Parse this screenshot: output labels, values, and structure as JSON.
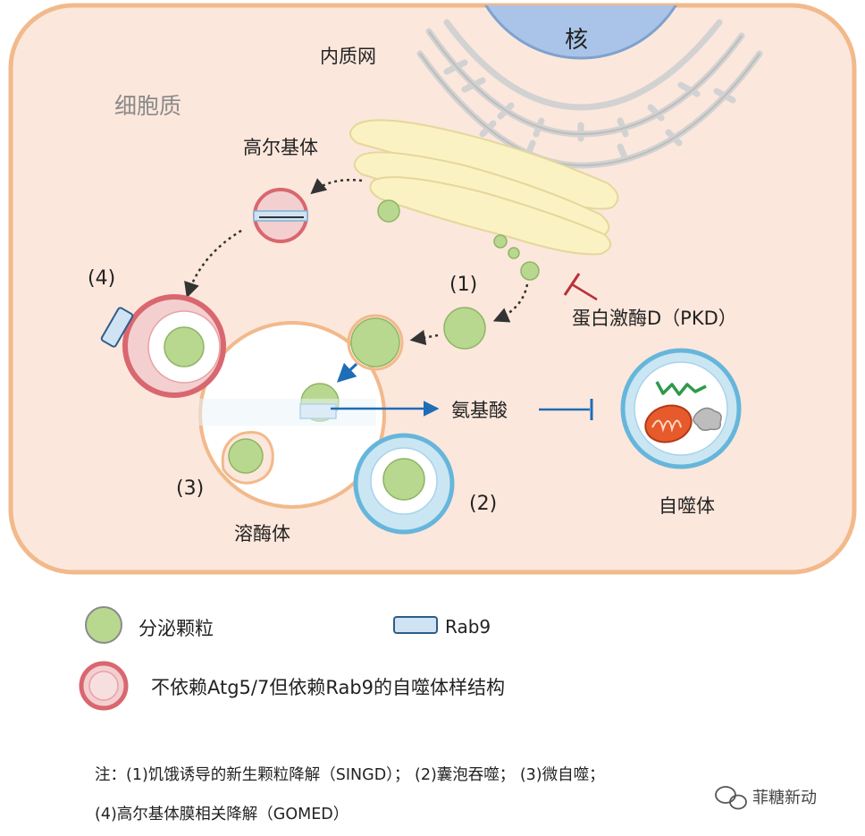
{
  "diagram": {
    "labels": {
      "nucleus": "核",
      "er": "内质网",
      "cytoplasm": "细胞质",
      "golgi": "高尔基体",
      "lysosome": "溶酶体",
      "autophagosome": "自噬体",
      "amino_acid": "氨基酸",
      "pkd": "蛋白激酶D（PKD）",
      "step1": "(1)",
      "step2": "(2)",
      "step3": "(3)",
      "step4": "(4)"
    },
    "legend": {
      "granule": "分泌颗粒",
      "rab9": "Rab9",
      "atg_structure": "不依赖Atg5/7但依赖Rab9的自噬体样结构"
    },
    "note": {
      "line1": "注：(1)饥饿诱导的新生颗粒降解（SINGD）； (2)囊泡吞噬； (3)微自噬；",
      "line2": "(4)高尔基体膜相关降解（GOMED）"
    },
    "watermark": "菲糖新动",
    "colors": {
      "cell_fill": "#fce7dc",
      "cell_border": "#f2b98b",
      "nucleus": "#a9c4e8",
      "golgi": "#fbf2c4",
      "granule": "#b8d88f",
      "rab9": "#cfe3f3",
      "red_ring": "#d9676f",
      "blue_ring": "#66b6db",
      "inhibit": "#b7313a",
      "arrow_blue": "#1d6db7"
    }
  }
}
